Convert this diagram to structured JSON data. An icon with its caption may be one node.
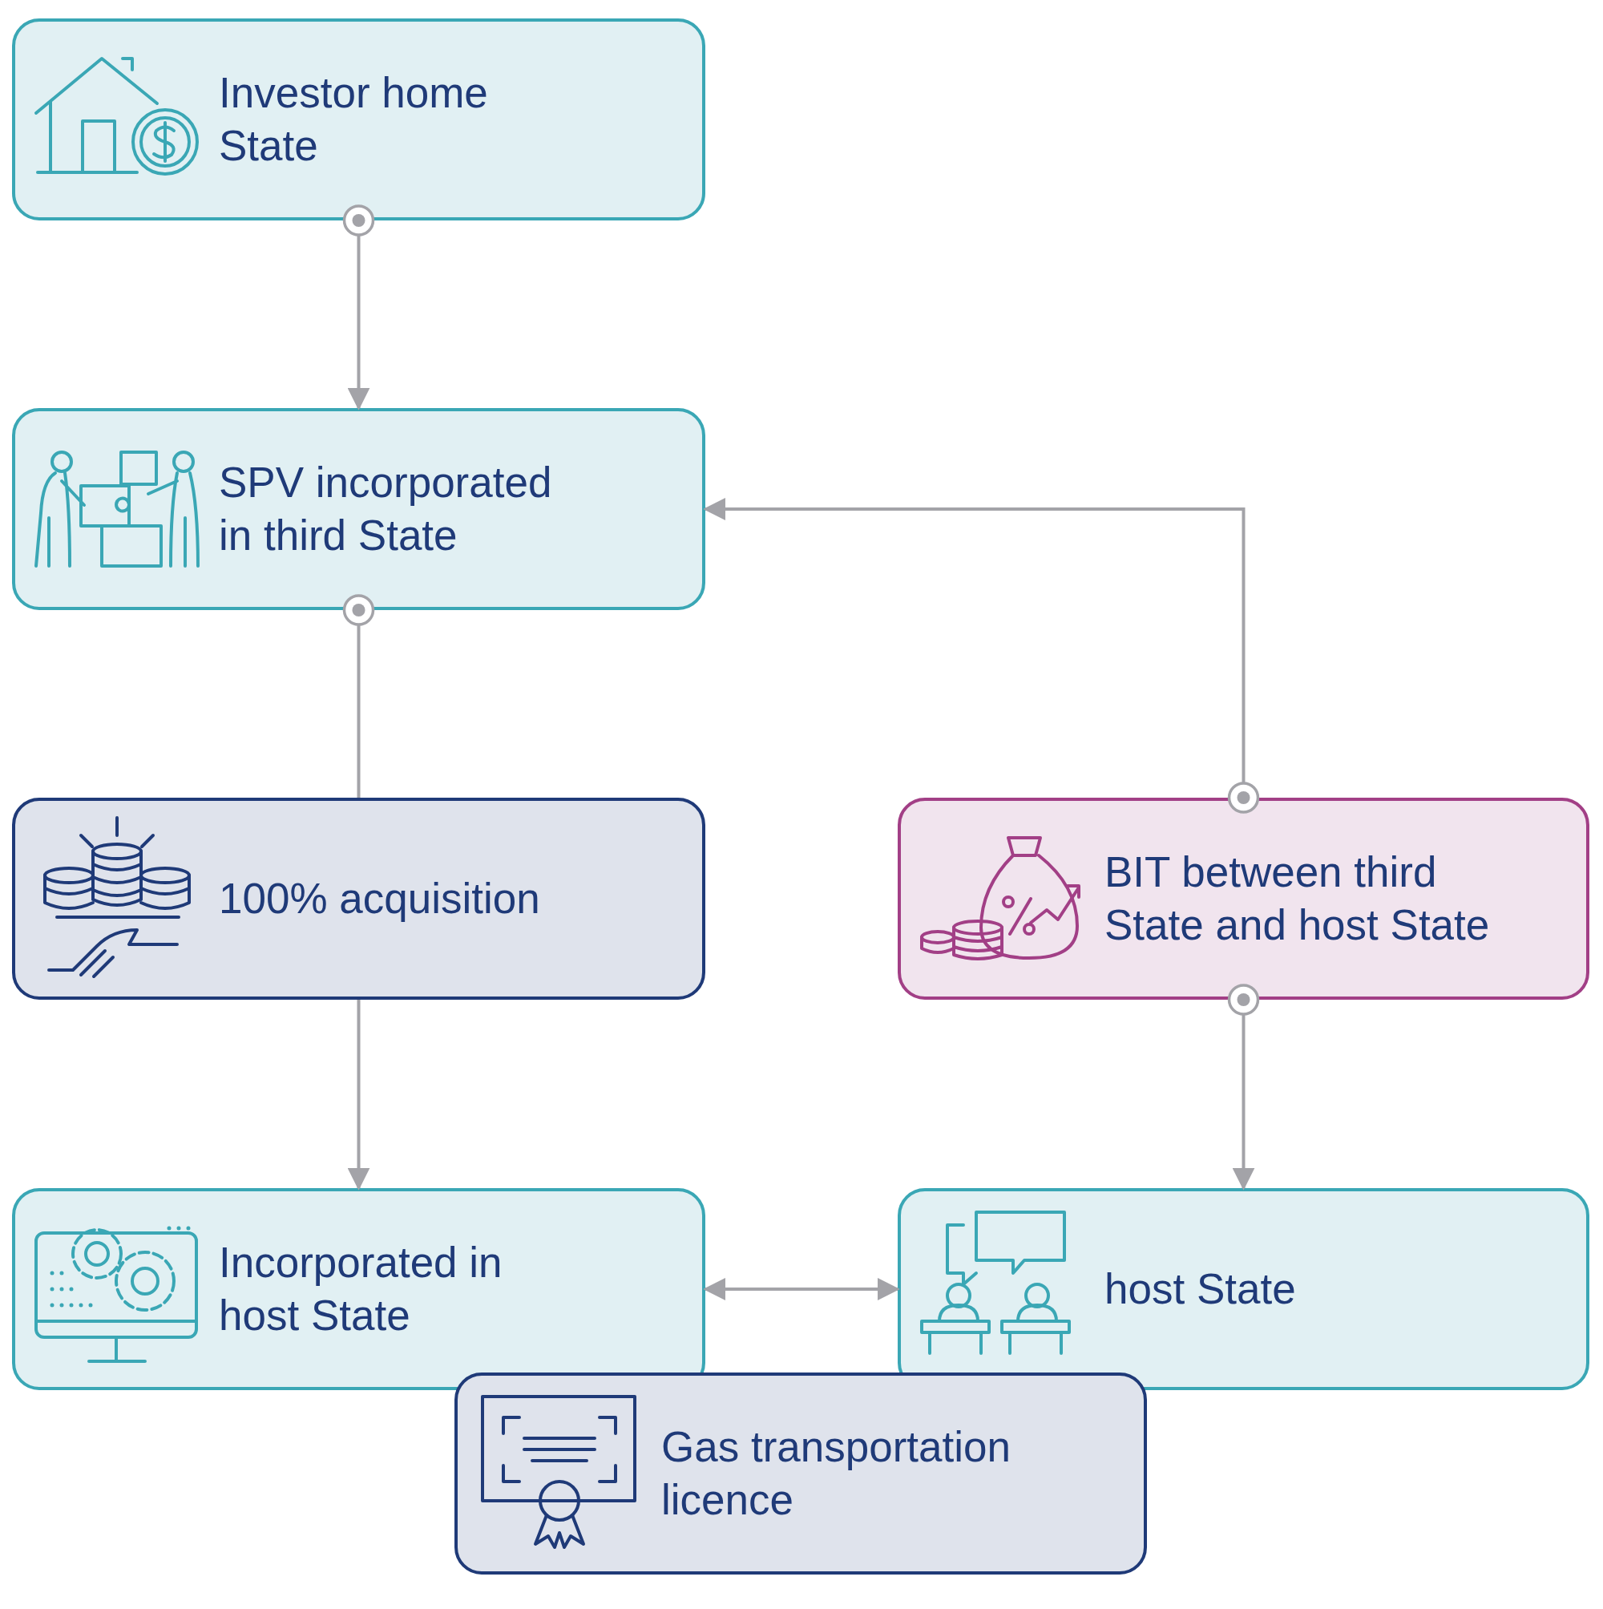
{
  "diagram": {
    "nodes": [
      {
        "text": [
          "Investor home State"
        ]
      },
      {
        "text": [
          "SPV incorporated in third State"
        ]
      },
      {
        "text": [
          "100% acquisition"
        ]
      },
      {
        "text": [
          "BIT between third State and host State"
        ]
      },
      {
        "text": [
          "Incorporated in host State"
        ]
      },
      {
        "text": [
          "host State"
        ]
      },
      {
        "text": [
          "Gas transportation licence"
        ]
      }
    ],
    "edges": [
      {
        "from": 0,
        "to": 1,
        "arrow": "to"
      },
      {
        "from": 1,
        "to": 2,
        "arrow": "other"
      },
      {
        "from": 2,
        "to": 4,
        "arrow": "to"
      },
      {
        "from": 3,
        "to": 1,
        "arrow": "to"
      },
      {
        "from": 3,
        "to": 5,
        "arrow": "to"
      },
      {
        "from": 4,
        "to": 5,
        "arrow": "both"
      }
    ]
  }
}
